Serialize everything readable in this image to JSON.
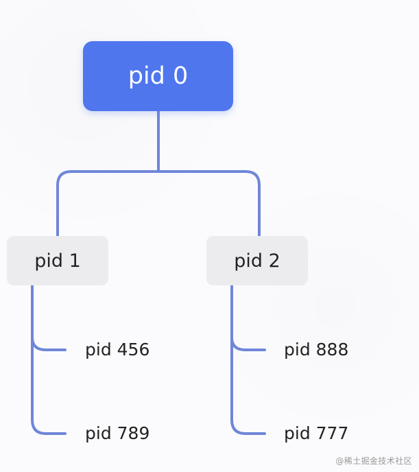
{
  "diagram": {
    "root": {
      "label": "pid 0"
    },
    "children": [
      {
        "label": "pid 1",
        "children": [
          "pid 456",
          "pid 789"
        ]
      },
      {
        "label": "pid 2",
        "children": [
          "pid 888",
          "pid 777"
        ]
      }
    ],
    "colors": {
      "root_fill": "#4f76ed",
      "child_fill": "#ececee",
      "connector": "#6f86d8",
      "text_dark": "#222222",
      "text_light": "#ffffff"
    }
  },
  "watermark": "@稀土掘金技术社区"
}
